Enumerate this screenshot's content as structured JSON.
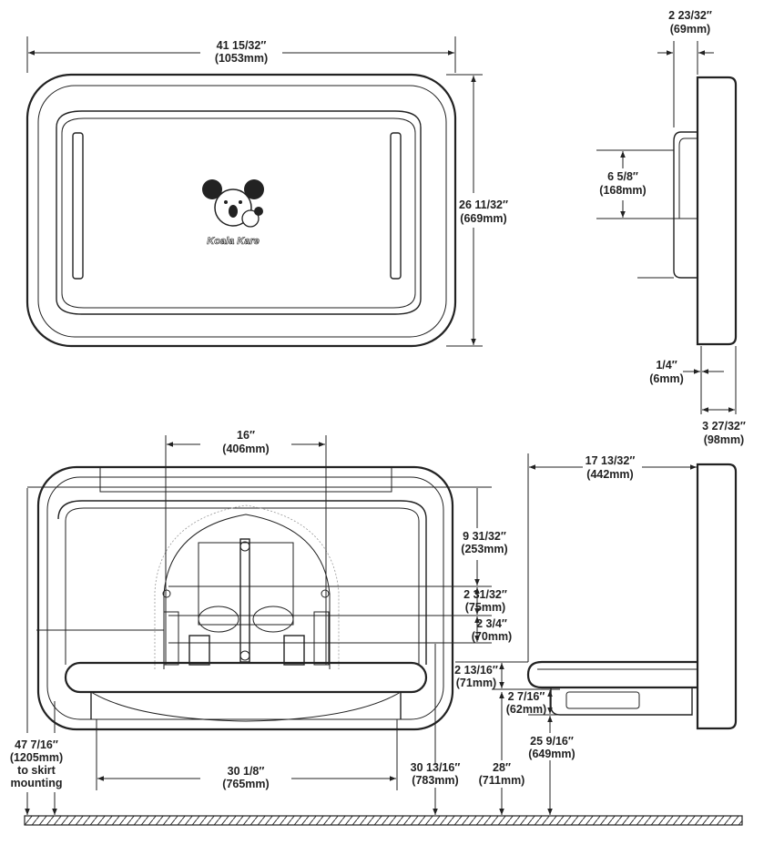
{
  "logo": {
    "brand": "Koala Kare"
  },
  "front_top": {
    "width": {
      "in": "41 15/32″",
      "mm": "(1053mm)"
    },
    "height": {
      "in": "26 11/32″",
      "mm": "(669mm)"
    }
  },
  "side_top": {
    "depth_bracket": {
      "in": "2 23/32″",
      "mm": "(69mm)"
    },
    "bracket_height": {
      "in": "6 5/8″",
      "mm": "(168mm)"
    },
    "gap": {
      "in": "1/4″",
      "mm": "(6mm)"
    },
    "depth_total": {
      "in": "3 27/32″",
      "mm": "(98mm)"
    }
  },
  "front_bottom": {
    "mount_spacing": {
      "in": "16″",
      "mm": "(406mm)"
    },
    "top_to_hole": {
      "in": "9 31/32″",
      "mm": "(253mm)"
    },
    "hole_a": {
      "in": "2 31/32″",
      "mm": "(75mm)"
    },
    "hole_b": {
      "in": "2 3/4″",
      "mm": "(70mm)"
    },
    "table_thickness": {
      "in": "2 13/16″",
      "mm": "(71mm)"
    },
    "leg_span": {
      "in": "30 1/8″",
      "mm": "(765mm)"
    },
    "skirt": {
      "in": "47 7/16″",
      "mm": "(1205mm)",
      "line3": "to skirt",
      "line4": "mounting"
    },
    "to_hole_floor": {
      "in": "30 13/16″",
      "mm": "(783mm)"
    },
    "table_top": {
      "in": "28″",
      "mm": "(711mm)"
    }
  },
  "side_bottom": {
    "extension": {
      "in": "17 13/32″",
      "mm": "(442mm)"
    },
    "drawer": {
      "in": "2 7/16″",
      "mm": "(62mm)"
    },
    "under_clearance": {
      "in": "25 9/16″",
      "mm": "(649mm)"
    }
  }
}
